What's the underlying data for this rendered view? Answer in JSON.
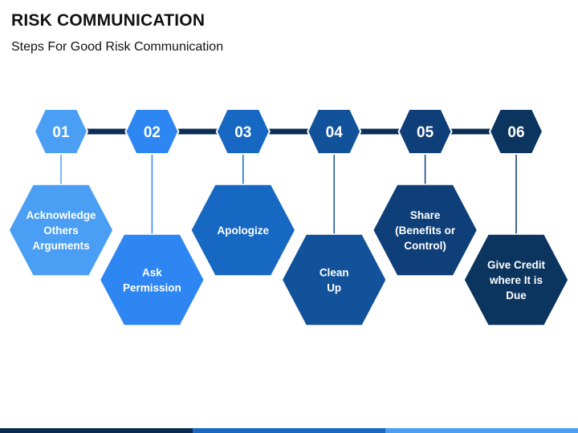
{
  "title": "RISK COMMUNICATION",
  "subtitle": "Steps For Good Risk Communication",
  "steps": [
    {
      "number": "01",
      "label_lines": [
        "Acknowledge",
        "Others",
        "Arguments"
      ],
      "color": "#4a9ff5",
      "position": "up"
    },
    {
      "number": "02",
      "label_lines": [
        "Ask",
        "Permission"
      ],
      "color": "#2e86f2",
      "position": "down"
    },
    {
      "number": "03",
      "label_lines": [
        "Apologize"
      ],
      "color": "#1668c2",
      "position": "up"
    },
    {
      "number": "04",
      "label_lines": [
        "Clean",
        "Up"
      ],
      "color": "#12529a",
      "position": "down"
    },
    {
      "number": "05",
      "label_lines": [
        "Share",
        "(Benefits or",
        "Control)"
      ],
      "color": "#0e3f78",
      "position": "up"
    },
    {
      "number": "06",
      "label_lines": [
        "Give Credit",
        "where It is",
        "Due"
      ],
      "color": "#0b355f",
      "position": "down"
    }
  ],
  "colors": {
    "connector": "#0d2f57",
    "footer": [
      "#0a2a4f",
      "#1668c2",
      "#4a9ff5"
    ]
  }
}
